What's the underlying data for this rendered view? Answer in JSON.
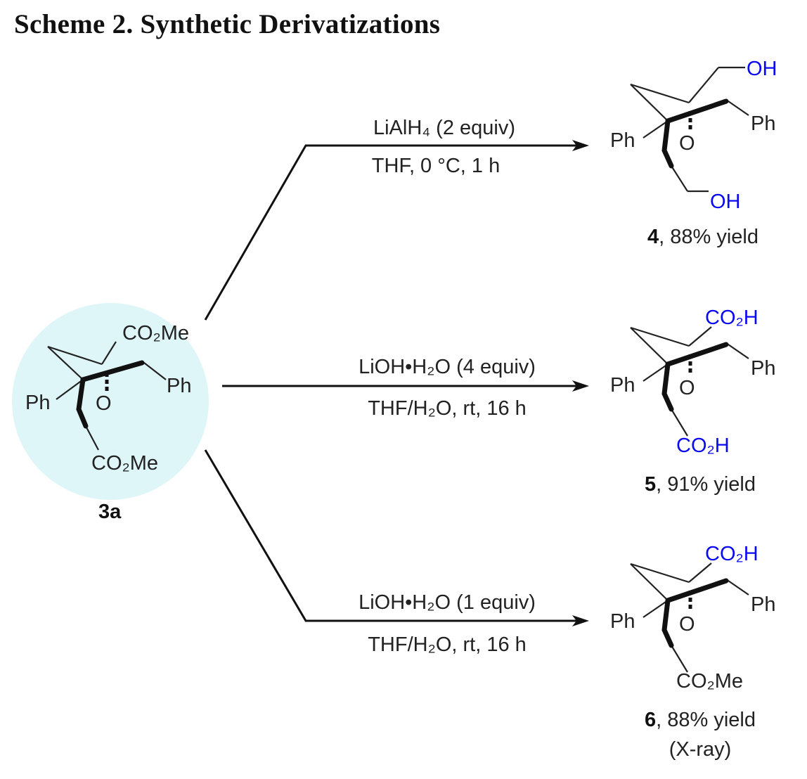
{
  "title": "Scheme 2. Synthetic Derivatizations",
  "start": {
    "compound": "3a",
    "groups": {
      "top": "CO₂Me",
      "bottom": "CO₂Me",
      "ph_right": "Ph",
      "ph_left": "Ph",
      "oxygen": "O"
    }
  },
  "reactions": [
    {
      "conditions_top": "LiAlH₄ (2 equiv)",
      "conditions_bottom": "THF, 0 °C, 1 h",
      "product": {
        "number": "4",
        "yield": ", 88% yield",
        "note": "",
        "top_group": "OH",
        "bottom_group": "OH",
        "ph_right": "Ph",
        "ph_left": "Ph",
        "oxygen": "O"
      }
    },
    {
      "conditions_top": "LiOH•H₂O (4 equiv)",
      "conditions_bottom": "THF/H₂O, rt, 16 h",
      "product": {
        "number": "5",
        "yield": ", 91% yield",
        "note": "",
        "top_group": "CO₂H",
        "bottom_group": "CO₂H",
        "ph_right": "Ph",
        "ph_left": "Ph",
        "oxygen": "O"
      }
    },
    {
      "conditions_top": "LiOH•H₂O (1 equiv)",
      "conditions_bottom": "THF/H₂O, rt, 16 h",
      "product": {
        "number": "6",
        "yield": ", 88% yield",
        "note": "(X-ray)",
        "top_group": "CO₂H",
        "bottom_group": "CO₂Me",
        "ph_right": "Ph",
        "ph_left": "Ph",
        "oxygen": "O"
      }
    }
  ],
  "colors": {
    "highlight_circle": "#dff6f9",
    "group_blue": "#0a0af0"
  }
}
